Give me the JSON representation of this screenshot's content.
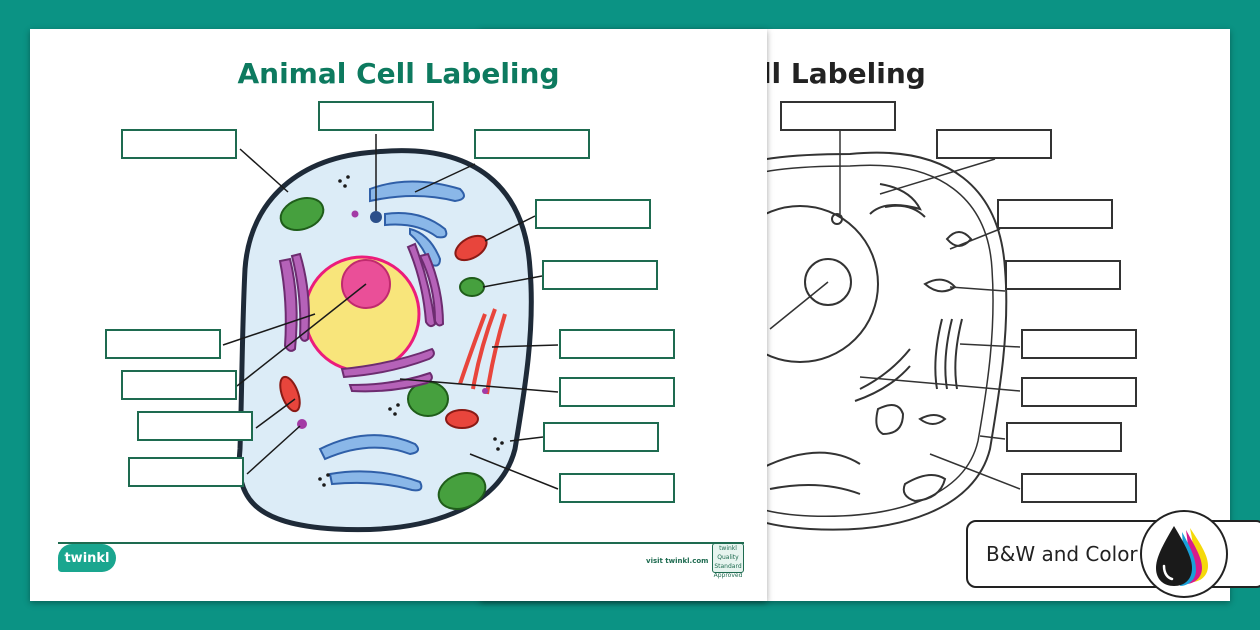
{
  "worksheet": {
    "title": "Animal Cell Labeling",
    "bw_title": "mal Cell Labeling",
    "logo": "twinkl",
    "visit": "visit twinkl.com",
    "badge": "twinkl Quality Standard Approved"
  },
  "variant_tag": {
    "label": "B&W and Color",
    "icon": "ink-drops-icon"
  },
  "colors": {
    "background": "#0b9384",
    "title": "#0d7a5f",
    "box_border": "#1e6b50"
  }
}
